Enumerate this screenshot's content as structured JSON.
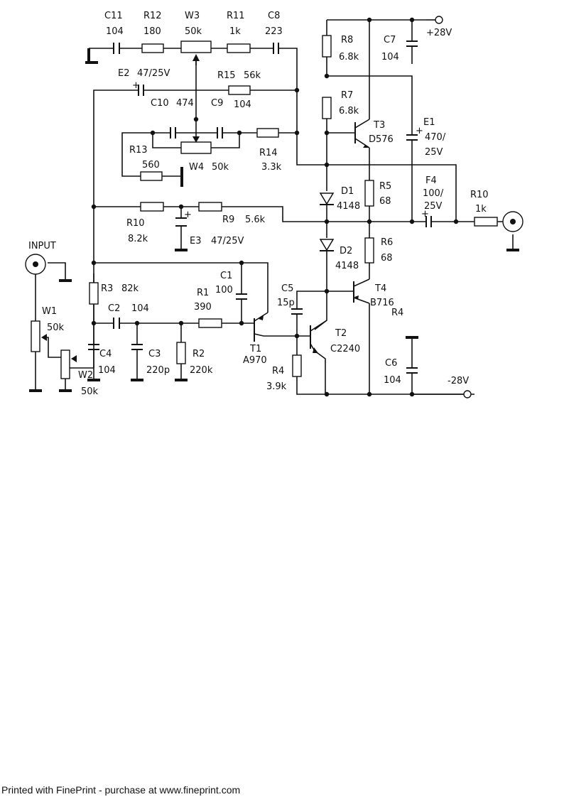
{
  "labels": {
    "c11": "C11",
    "c11_val": "104",
    "r12": "R12",
    "r12_val": "180",
    "w3": "W3",
    "w3_val": "50k",
    "r11": "R11",
    "r11_val": "1k",
    "c8": "C8",
    "c8_val": "223",
    "e2": "E2",
    "e2_val": "47/25V",
    "r15": "R15",
    "r15_val": "56k",
    "c10": "C10",
    "c10_val": "474",
    "c9": "C9",
    "c9_val": "104",
    "r13": "R13",
    "r13_val": "560",
    "w4": "W4",
    "w4_val": "50k",
    "r14": "R14",
    "r14_val": "3.3k",
    "r8": "R8",
    "r8_val": "6.8k",
    "c7": "C7",
    "c7_val": "104",
    "vpos": "+28V",
    "r7": "R7",
    "r7_val": "6.8k",
    "t3": "T3",
    "t3_val": "D576",
    "e1": "E1",
    "e1_val1": "470/",
    "e1_val2": "25V",
    "d1": "D1",
    "d1_val": "4148",
    "r5": "R5",
    "r5_val": "68",
    "f4": "F4",
    "f4_val1": "100/",
    "f4_val2": "25V",
    "r10_out": "R10",
    "r10_out_val": "1k",
    "r10": "R10",
    "r10_val": "8.2k",
    "r9": "R9",
    "r9_val": "5.6k",
    "e3": "E3",
    "e3_val": "47/25V",
    "d2": "D2",
    "d2_val": "4148",
    "r6": "R6",
    "r6_val": "68",
    "input": "INPUT",
    "c1": "C1",
    "c1_val": "100",
    "r3": "R3",
    "r3_val": "82k",
    "c5": "C5",
    "c5_val": "15p",
    "t4": "T4",
    "t4_val": "B716",
    "t4_r4": "R4",
    "c2": "C2",
    "c2_val": "104",
    "r1": "R1",
    "r1_val": "390",
    "w1": "W1",
    "w1_val": "50k",
    "t1": "T1",
    "t1_val": "A970",
    "t2": "T2",
    "t2_val": "C2240",
    "c4": "C4",
    "c4_val": "104",
    "c3": "C3",
    "c3_val": "220p",
    "r2": "R2",
    "r2_val": "220k",
    "c6": "C6",
    "c6_val": "104",
    "w2": "W2",
    "w2_val": "50k",
    "r4": "R4",
    "r4_val": "3.9k",
    "vneg": "-28V"
  },
  "footer": "Printed with FinePrint - purchase at www.fineprint.com"
}
